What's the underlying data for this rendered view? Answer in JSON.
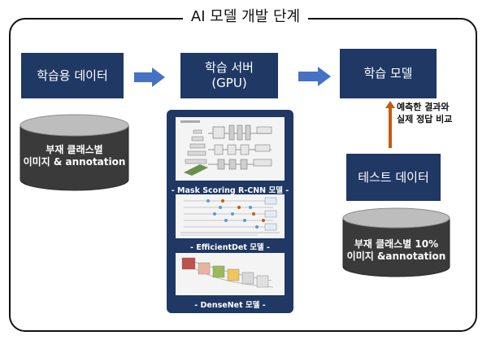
{
  "title": "AI 모델 개발 단계",
  "nodes": {
    "training_data": "학습용 데이터",
    "training_server": "학습 서버\n(GPU)",
    "trained_model": "학습 모델",
    "test_data": "테스트 데이터"
  },
  "cylinders": {
    "train_set": "부재 클래스별\n이미지 & annotation",
    "test_set": "부재 클래스별 10%\n이미지 &annotation"
  },
  "models": [
    {
      "caption": "- Mask Scoring R-CNN 모델 -"
    },
    {
      "caption": "- EfficientDet 모델 -"
    },
    {
      "caption": "- DenseNet 모델 -"
    }
  ],
  "compare_note": "예측한 결과와\n실제 정답 비교",
  "colors": {
    "box": "#1f3864",
    "arrow_blue": "#4472c4",
    "arrow_orange": "#c55a11",
    "cylinder_top": "#bdbdbd",
    "cylinder_body": "#3a3a3a"
  }
}
